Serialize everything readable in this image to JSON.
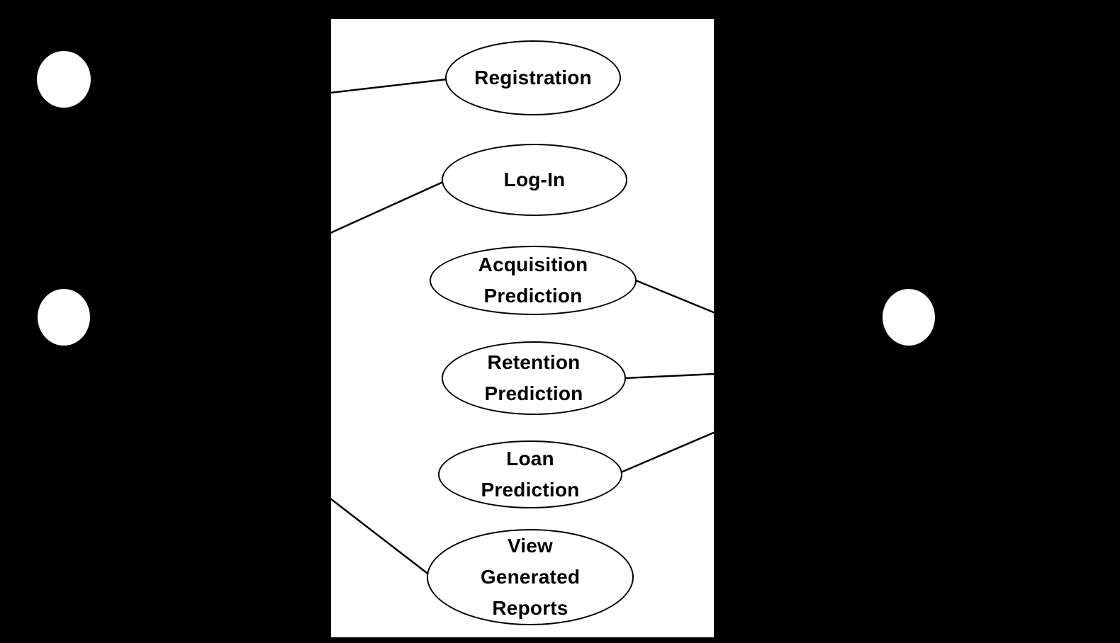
{
  "diagram": {
    "kind": "use-case-diagram",
    "colors": {
      "background": "#000000",
      "system_boundary_fill": "#ffffff",
      "stroke": "#000000",
      "actor_head_fill": "#ffffff"
    },
    "use_cases": [
      {
        "id": "registration",
        "label": "Registration"
      },
      {
        "id": "log-in",
        "label": "Log-In"
      },
      {
        "id": "acquisition-prediction",
        "label": "Acquisition\nPrediction"
      },
      {
        "id": "retention-prediction",
        "label": "Retention\nPrediction"
      },
      {
        "id": "loan-prediction",
        "label": "Loan\nPrediction"
      },
      {
        "id": "view-generated-reports",
        "label": "View\nGenerated\nReports"
      }
    ],
    "actors": {
      "left_head_count": 2,
      "right_head_count": 1
    },
    "connections": [
      {
        "from": "left-side",
        "to": "Registration"
      },
      {
        "from": "left-side",
        "to": "Log-In"
      },
      {
        "from": "left-side",
        "to": "View Generated Reports"
      },
      {
        "from": "right-side",
        "to": "Acquisition Prediction"
      },
      {
        "from": "right-side",
        "to": "Retention Prediction"
      },
      {
        "from": "right-side",
        "to": "Loan Prediction"
      }
    ]
  }
}
